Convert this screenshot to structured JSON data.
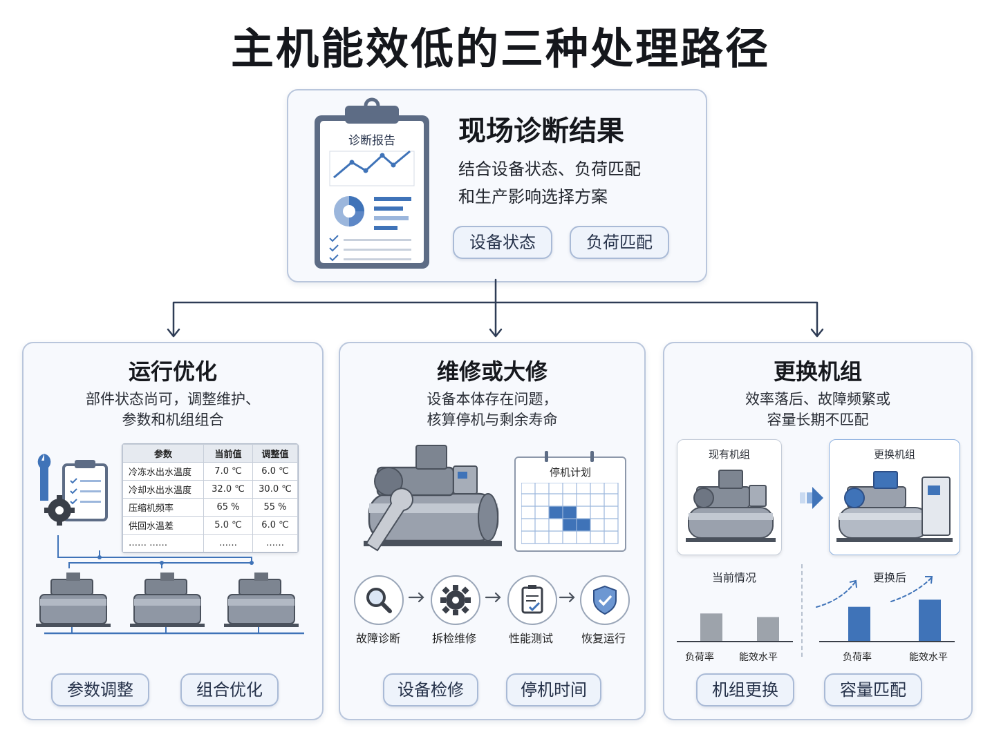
{
  "title": "主机能效低的三种处理路径",
  "diagnosis": {
    "report_label": "诊断报告",
    "title": "现场诊断结果",
    "desc_line1": "结合设备状态、负荷匹配",
    "desc_line2": "和生产影响选择方案",
    "tags": [
      "设备状态",
      "负荷匹配"
    ]
  },
  "paths": {
    "optimize": {
      "title": "运行优化",
      "desc_line1": "部件状态尚可，调整维护、",
      "desc_line2": "参数和机组组合",
      "table": {
        "headers": [
          "参数",
          "当前值",
          "调整值"
        ],
        "rows": [
          [
            "冷冻水出水温度",
            "7.0 ℃",
            "6.0 ℃"
          ],
          [
            "冷却水出水温度",
            "32.0 ℃",
            "30.0 ℃"
          ],
          [
            "压缩机频率",
            "65 %",
            "55 %"
          ],
          [
            "供回水温差",
            "5.0 ℃",
            "6.0 ℃"
          ],
          [
            "…… ……",
            "……",
            "……"
          ]
        ]
      },
      "tags": [
        "参数调整",
        "组合优化"
      ]
    },
    "repair": {
      "title": "维修或大修",
      "desc_line1": "设备本体存在问题，",
      "desc_line2": "核算停机与剩余寿命",
      "calendar_label": "停机计划",
      "steps": [
        "故障诊断",
        "拆检维修",
        "性能测试",
        "恢复运行"
      ],
      "tags": [
        "设备检修",
        "停机时间"
      ]
    },
    "replace": {
      "title": "更换机组",
      "desc_line1": "效率落后、故障频繁或",
      "desc_line2": "容量长期不匹配",
      "old_unit": "现有机组",
      "new_unit": "更换机组",
      "current": {
        "label": "当前情况",
        "bar_labels": [
          "负荷率",
          "能效水平"
        ],
        "bar_values": [
          0.55,
          0.48
        ],
        "bar_color": "#9da3ab"
      },
      "after": {
        "label": "更换后",
        "bar_labels": [
          "负荷率",
          "能效水平"
        ],
        "bar_values": [
          0.68,
          0.82
        ],
        "bar_color": "#3f73b8"
      },
      "tags": [
        "机组更换",
        "容量匹配"
      ]
    }
  },
  "colors": {
    "accent": "#3f73b8",
    "connector": "#2e3c55",
    "card_border": "#b9c6dc"
  }
}
